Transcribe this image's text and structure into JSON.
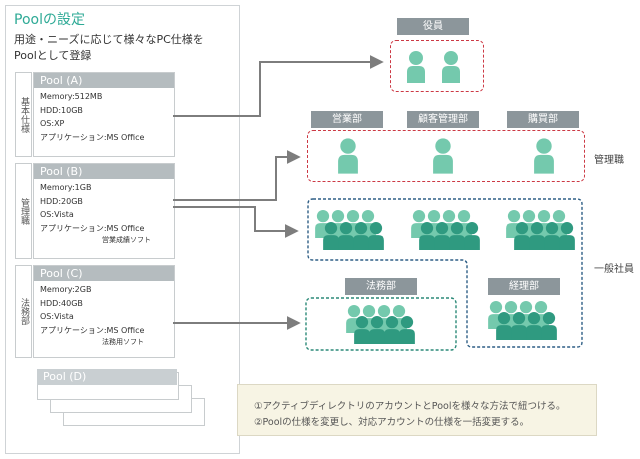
{
  "panel": {
    "title": "Poolの設定",
    "description": "用途・ニーズに応じて様々なPC仕様を\nPoolとして登録"
  },
  "pools": [
    {
      "label": "基本仕様",
      "name": "Pool (A)",
      "specs": [
        "Memory:512MB",
        "HDD:10GB",
        "OS:XP",
        "アプリケーション:MS Office"
      ],
      "note": ""
    },
    {
      "label": "管理職",
      "name": "Pool (B)",
      "specs": [
        "Memory:1GB",
        "HDD:20GB",
        "OS:Vista",
        "アプリケーション:MS Office"
      ],
      "note": "営業成績ソフト"
    },
    {
      "label": "法務部",
      "name": "Pool (C)",
      "specs": [
        "Memory:2GB",
        "HDD:40GB",
        "OS:Vista",
        "アプリケーション:MS Office"
      ],
      "note": "法務用ソフト"
    },
    {
      "label": "",
      "name": "Pool (D)",
      "specs": [],
      "note": ""
    }
  ],
  "departments": {
    "executives": "役員",
    "sales": "営業部",
    "customer_management": "顧客管理部",
    "purchasing": "購買部",
    "legal": "法務部",
    "accounting": "経理部"
  },
  "groups": {
    "managers": "管理職",
    "general_staff": "一般社員"
  },
  "notes": [
    "①アクティブディレクトリのアカウントとPoolを様々な方法で紐つける。",
    "②Poolの仕様を変更し、対応アカウントの仕様を一括変更する。"
  ],
  "colors": {
    "accent": "#2eaa96",
    "person": "#74c9ad",
    "person_dark": "#2f9a80",
    "red_dash": "#cc3944",
    "blue_dash": "#2f5f86",
    "green_dash": "#2c8a78",
    "arrow": "#7d7d7d"
  }
}
